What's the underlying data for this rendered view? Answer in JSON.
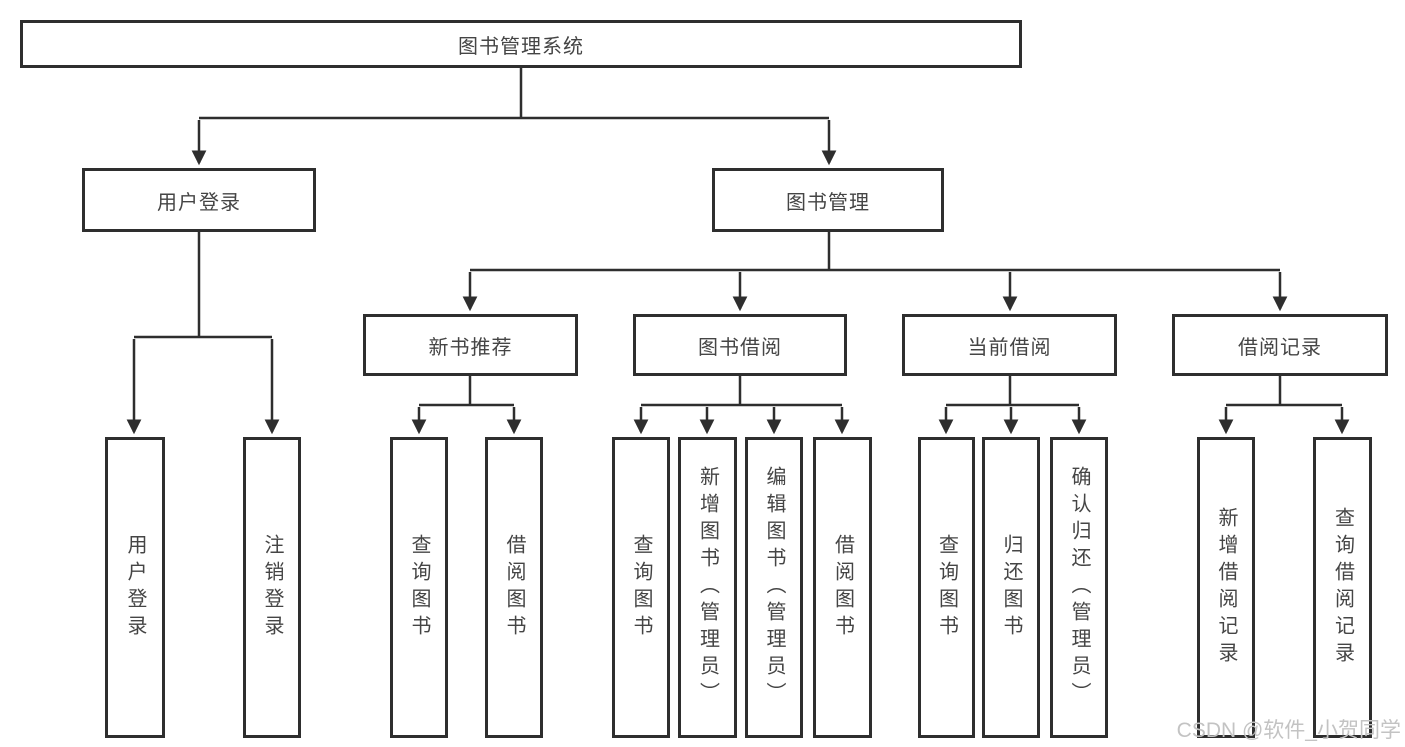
{
  "diagram": {
    "root": "图书管理系统",
    "user_login": {
      "label": "用户登录",
      "children": [
        "用户登录",
        "注销登录"
      ]
    },
    "book_management": {
      "label": "图书管理",
      "sections": {
        "new_book_recommendation": {
          "label": "新书推荐",
          "children": [
            "查询图书",
            "借阅图书"
          ]
        },
        "book_borrowing": {
          "label": "图书借阅",
          "children": [
            "查询图书",
            "新增图书（管理员）",
            "编辑图书（管理员）",
            "借阅图书"
          ]
        },
        "current_borrowing": {
          "label": "当前借阅",
          "children": [
            "查询图书",
            "归还图书",
            "确认归还（管理员）"
          ]
        },
        "borrowing_records": {
          "label": "借阅记录",
          "children": [
            "新增借阅记录",
            "查询借阅记录"
          ]
        }
      }
    }
  },
  "watermark": "CSDN @软件_小贺同学",
  "colors": {
    "line": "#2e2e2e",
    "text": "#454545",
    "watermark": "#c3c3c3",
    "background": "#ffffff"
  }
}
